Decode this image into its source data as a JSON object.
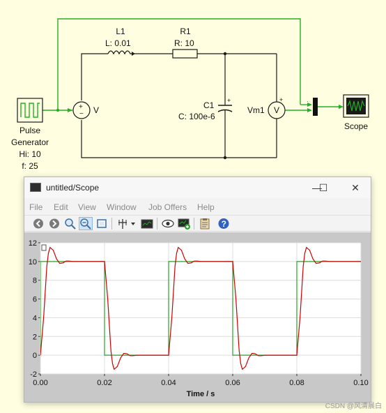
{
  "diagram": {
    "inductor": {
      "name": "L1",
      "param": "L: 0.01"
    },
    "resistor": {
      "name": "R1",
      "param": "R: 10"
    },
    "capacitor": {
      "name": "C1",
      "param": "C: 100e-6"
    },
    "voltage_source": {
      "label": "V"
    },
    "voltmeter": {
      "name": "Vm1",
      "symbol": "V"
    },
    "pulse_generator": {
      "name_line1": "Pulse",
      "name_line2": "Generator",
      "hi": "Hi: 10",
      "freq": "f: 25"
    },
    "scope_block": {
      "name": "Scope"
    },
    "colors": {
      "wire": "#1a1a1a",
      "signal": "#22b022",
      "background": "#fffee0"
    }
  },
  "window": {
    "title": "untitled/Scope",
    "controls": {
      "minimize": "—",
      "maximize": "☐",
      "close": "✕"
    },
    "menu": [
      "File",
      "Edit",
      "View",
      "Window",
      "Job Offers",
      "Help"
    ],
    "toolbar_icons": [
      "back-icon",
      "forward-icon",
      "zoom-in-icon",
      "zoom-out-icon",
      "zoom-fit-icon",
      "cursor-icon",
      "chevron-down-icon",
      "display-icon",
      "eye-icon",
      "add-display-icon",
      "clipboard-icon",
      "help-icon"
    ]
  },
  "chart_data": {
    "type": "line",
    "xlabel": "Time / s",
    "ylabel": "",
    "xlim": [
      0,
      0.1
    ],
    "ylim": [
      -2,
      12
    ],
    "x_ticks": [
      "0.00",
      "0.02",
      "0.04",
      "0.06",
      "0.08",
      "0.10"
    ],
    "y_ticks": [
      "-2",
      "0",
      "2",
      "4",
      "6",
      "8",
      "10",
      "12"
    ],
    "grid": true,
    "series": [
      {
        "color": "#2aa02a",
        "x": [
          0,
          0,
          0.02,
          0.02,
          0.04,
          0.04,
          0.06,
          0.06,
          0.08,
          0.08,
          0.1
        ],
        "y": [
          0,
          10,
          10,
          0,
          0,
          10,
          10,
          0,
          0,
          10,
          10
        ]
      },
      {
        "color": "#cc0000",
        "x": [
          0,
          0.001,
          0.002,
          0.0025,
          0.003,
          0.004,
          0.005,
          0.006,
          0.007,
          0.008,
          0.009,
          0.01,
          0.02,
          0.021,
          0.022,
          0.0225,
          0.023,
          0.024,
          0.025,
          0.026,
          0.027,
          0.028,
          0.029,
          0.03,
          0.04,
          0.041,
          0.042,
          0.0425,
          0.043,
          0.044,
          0.045,
          0.046,
          0.047,
          0.048,
          0.049,
          0.05,
          0.06,
          0.061,
          0.062,
          0.0625,
          0.063,
          0.064,
          0.065,
          0.066,
          0.067,
          0.068,
          0.069,
          0.07,
          0.08,
          0.081,
          0.082,
          0.0825,
          0.083,
          0.084,
          0.085,
          0.086,
          0.087,
          0.088,
          0.089,
          0.09,
          0.1
        ],
        "y": [
          0,
          4,
          9.5,
          10.9,
          11.5,
          11.2,
          10.3,
          9.8,
          9.85,
          10.05,
          10.05,
          10,
          10,
          6,
          0.5,
          -0.9,
          -1.5,
          -1.2,
          -0.3,
          0.2,
          0.15,
          -0.05,
          -0.05,
          0,
          0,
          4,
          9.5,
          10.9,
          11.5,
          11.2,
          10.3,
          9.8,
          9.85,
          10.05,
          10.05,
          10,
          10,
          6,
          0.5,
          -0.9,
          -1.5,
          -1.2,
          -0.3,
          0.2,
          0.15,
          -0.05,
          -0.05,
          0,
          0,
          4,
          9.5,
          10.9,
          11.5,
          11.2,
          10.3,
          9.8,
          9.85,
          10.05,
          10.05,
          10,
          10
        ]
      }
    ]
  },
  "watermark": "CSDN @风清晨白"
}
